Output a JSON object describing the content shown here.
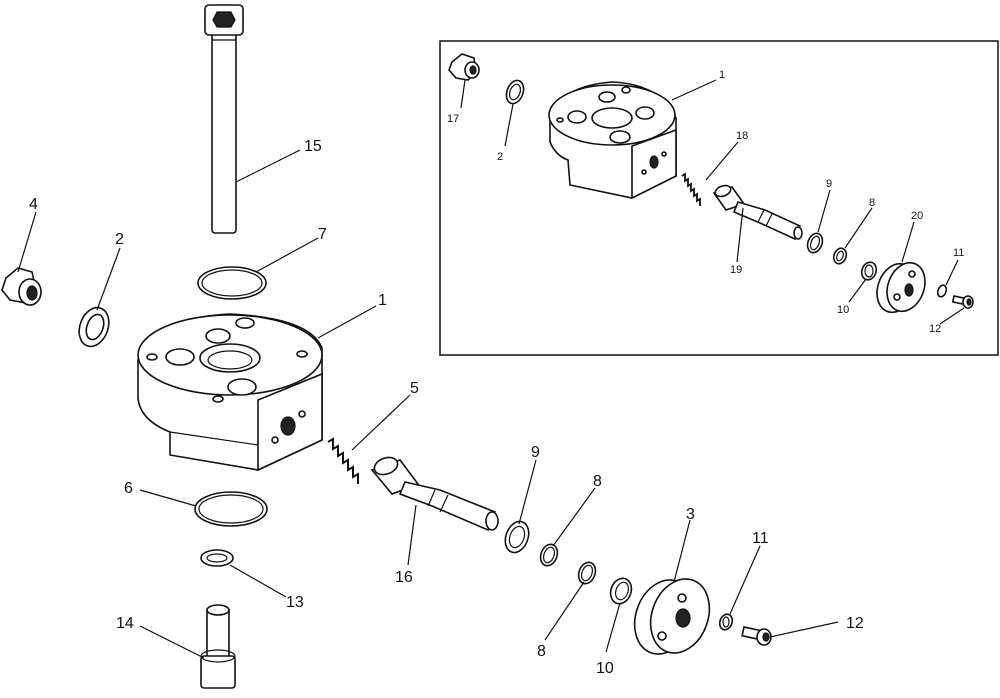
{
  "main_labels": {
    "l15": "15",
    "l7": "7",
    "l4": "4",
    "l2": "2",
    "l1": "1",
    "l5": "5",
    "l6": "6",
    "l9": "9",
    "l8a": "8",
    "l16": "16",
    "l13": "13",
    "l3": "3",
    "l11": "11",
    "l8b": "8",
    "l10": "10",
    "l12": "12",
    "l14": "14"
  },
  "inset_labels": {
    "l17": "17",
    "l2": "2",
    "l1": "1",
    "l18": "18",
    "l9": "9",
    "l8": "8",
    "l20": "20",
    "l19": "19",
    "l11": "11",
    "l10": "10",
    "l12": "12"
  }
}
